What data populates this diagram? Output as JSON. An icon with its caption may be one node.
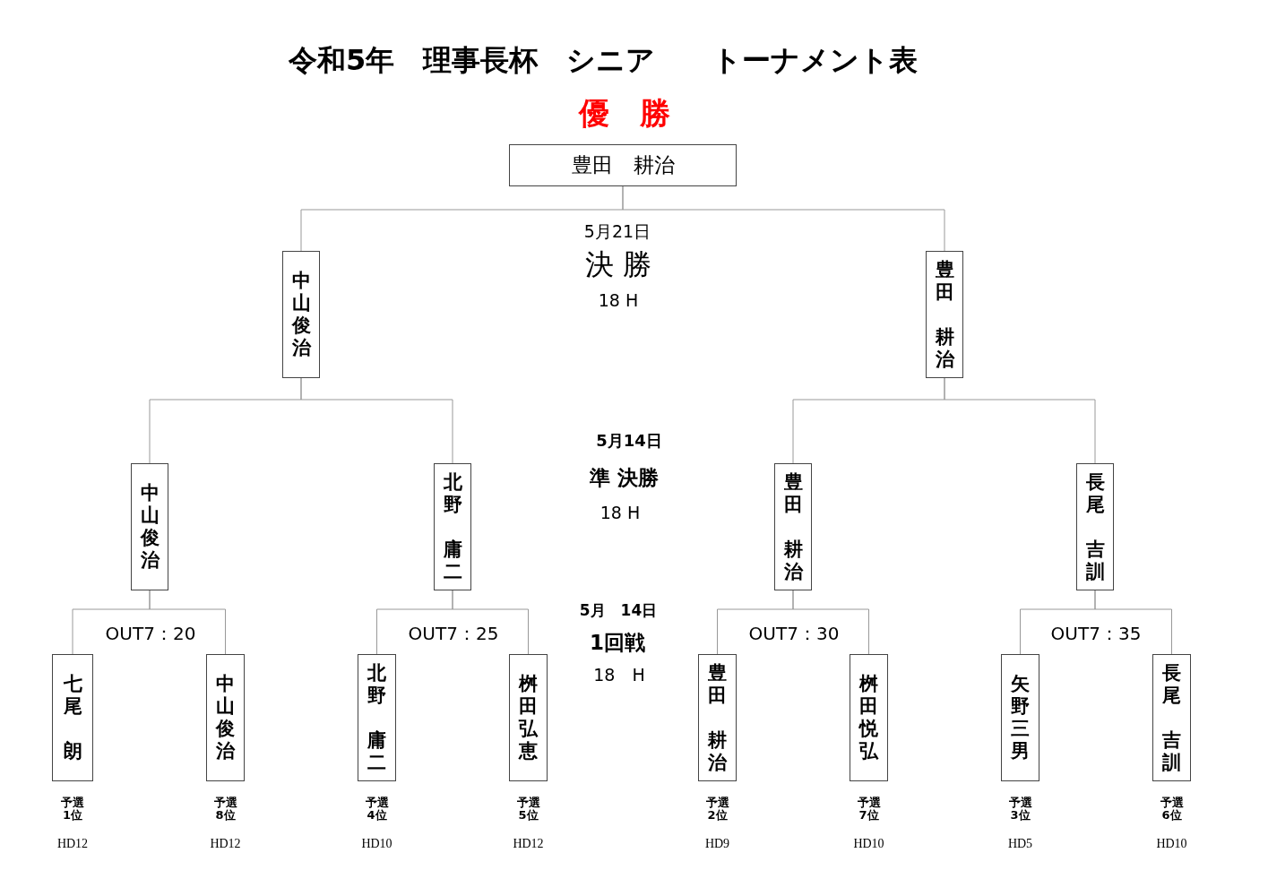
{
  "diagram": {
    "title": "令和5年　理事長杯　シニア　　トーナメント表",
    "nodes": [
      {
        "text": [
          "豊田　耕治"
        ]
      },
      {
        "text": [
          "中山俊治"
        ]
      },
      {
        "text": [
          "豊田",
          "耕治"
        ]
      },
      {
        "text": [
          "中山俊治"
        ]
      },
      {
        "text": [
          "北野",
          "庸二"
        ]
      },
      {
        "text": [
          "豊田",
          "耕治"
        ]
      },
      {
        "text": [
          "長尾",
          "吉訓"
        ]
      },
      {
        "text": [
          "七尾",
          "朗"
        ],
        "beside": [
          "予選1位",
          "HD12"
        ]
      },
      {
        "text": [
          "中山俊治"
        ],
        "beside": [
          "予選8位",
          "HD12"
        ]
      },
      {
        "text": [
          "北野",
          "庸二"
        ],
        "beside": [
          "予選4位",
          "HD10"
        ]
      },
      {
        "text": [
          "桝田弘恵"
        ],
        "beside": [
          "予選5位",
          "HD12"
        ]
      },
      {
        "text": [
          "豊田",
          "耕治"
        ],
        "beside": [
          "予選2位",
          "HD9"
        ]
      },
      {
        "text": [
          "桝田悦弘"
        ],
        "beside": [
          "予選7位",
          "HD10"
        ]
      },
      {
        "text": [
          "矢野三男"
        ],
        "beside": [
          "予選3位",
          "HD5"
        ]
      },
      {
        "text": [
          "長尾",
          "吉訓"
        ],
        "beside": [
          "予選6位",
          "HD10"
        ]
      }
    ],
    "edges": [
      {
        "from": 1,
        "to": 0,
        "arrow": "none"
      },
      {
        "from": 2,
        "to": 0,
        "arrow": "none"
      },
      {
        "from": 3,
        "to": 1,
        "arrow": "none"
      },
      {
        "from": 4,
        "to": 1,
        "arrow": "none"
      },
      {
        "from": 5,
        "to": 2,
        "arrow": "none"
      },
      {
        "from": 6,
        "to": 2,
        "arrow": "none"
      },
      {
        "from": 7,
        "to": 3,
        "arrow": "none"
      },
      {
        "from": 8,
        "to": 3,
        "arrow": "none"
      },
      {
        "from": 9,
        "to": 4,
        "arrow": "none"
      },
      {
        "from": 10,
        "to": 4,
        "arrow": "none"
      },
      {
        "from": 11,
        "to": 5,
        "arrow": "none"
      },
      {
        "from": 12,
        "to": 5,
        "arrow": "none"
      },
      {
        "from": 13,
        "to": 6,
        "arrow": "none"
      },
      {
        "from": 14,
        "to": 6,
        "arrow": "none"
      }
    ],
    "labels": [
      "優　勝",
      "5月21日",
      "決 勝",
      "18 H",
      "5月14日",
      "準 決勝",
      "18 H",
      "5月　14日",
      "OUT7：20",
      "OUT7：25",
      "OUT7：30",
      "OUT7：35",
      "1回戦",
      "18　H"
    ]
  }
}
